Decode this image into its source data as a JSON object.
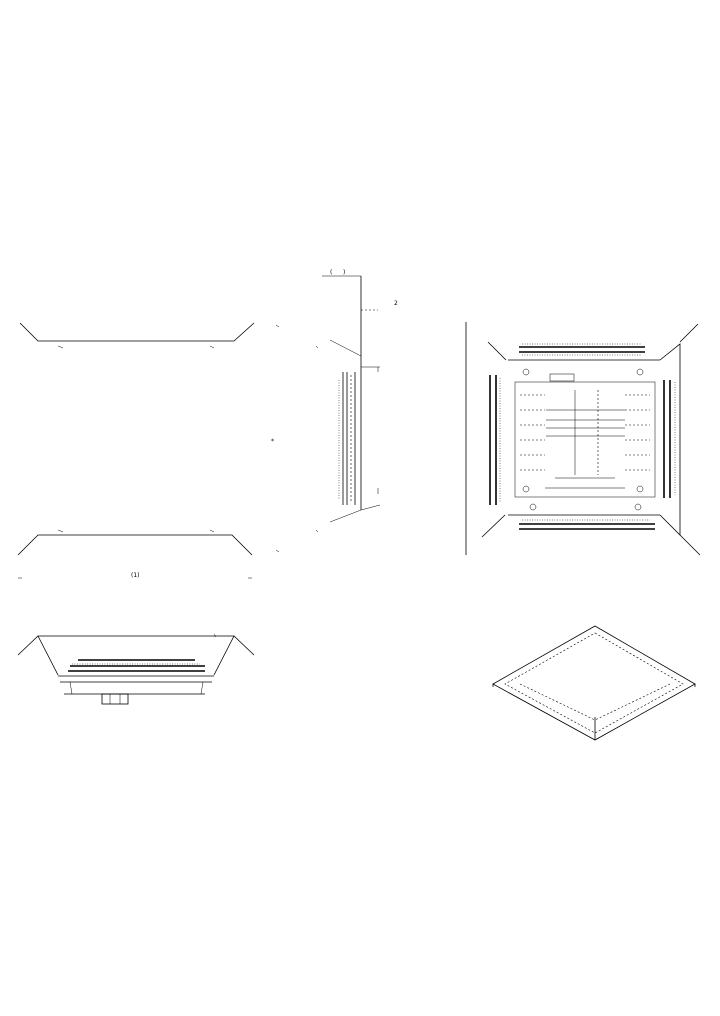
{
  "drawing": {
    "views": [
      {
        "name": "front-view"
      },
      {
        "name": "side-view"
      },
      {
        "name": "top-view"
      },
      {
        "name": "bottom-elevation-view"
      },
      {
        "name": "isometric-view"
      }
    ],
    "callouts": {
      "front_center_mark": "*",
      "front_bottom_label": "(1)",
      "side_top_a": "(",
      "side_top_b": ")",
      "side_right_mark": "2"
    }
  }
}
